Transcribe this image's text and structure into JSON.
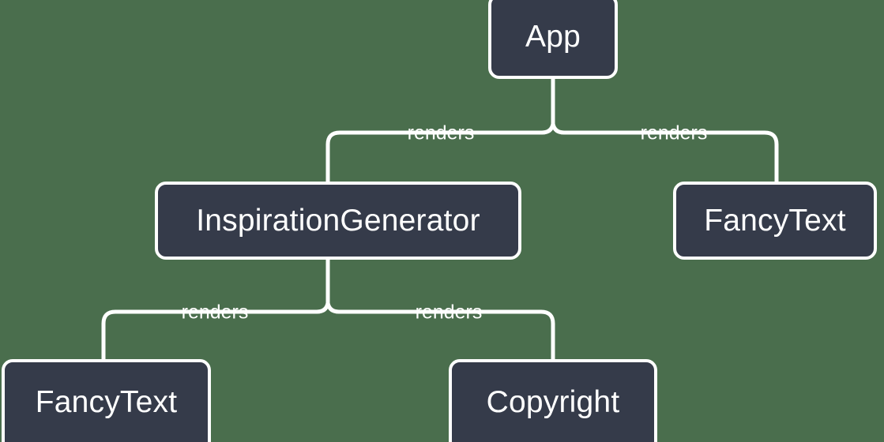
{
  "diagram": {
    "type": "component-tree",
    "background_color": "#4a6e4d",
    "node_fill_color": "#353b4a",
    "node_border_color": "#ffffff",
    "edge_color": "#ffffff",
    "text_color": "#ffffff",
    "nodes": [
      {
        "id": "app",
        "label": "App"
      },
      {
        "id": "inspiration",
        "label": "InspirationGenerator"
      },
      {
        "id": "fancytext_right",
        "label": "FancyText"
      },
      {
        "id": "fancytext_bottom",
        "label": "FancyText"
      },
      {
        "id": "copyright",
        "label": "Copyright"
      }
    ],
    "edges": [
      {
        "id": "app-inspiration",
        "from": "app",
        "to": "inspiration",
        "label": "renders"
      },
      {
        "id": "app-fancytext",
        "from": "app",
        "to": "fancytext_right",
        "label": "renders"
      },
      {
        "id": "ig-fancytext",
        "from": "inspiration",
        "to": "fancytext_bottom",
        "label": "renders"
      },
      {
        "id": "ig-copyright",
        "from": "inspiration",
        "to": "copyright",
        "label": "renders"
      }
    ]
  }
}
